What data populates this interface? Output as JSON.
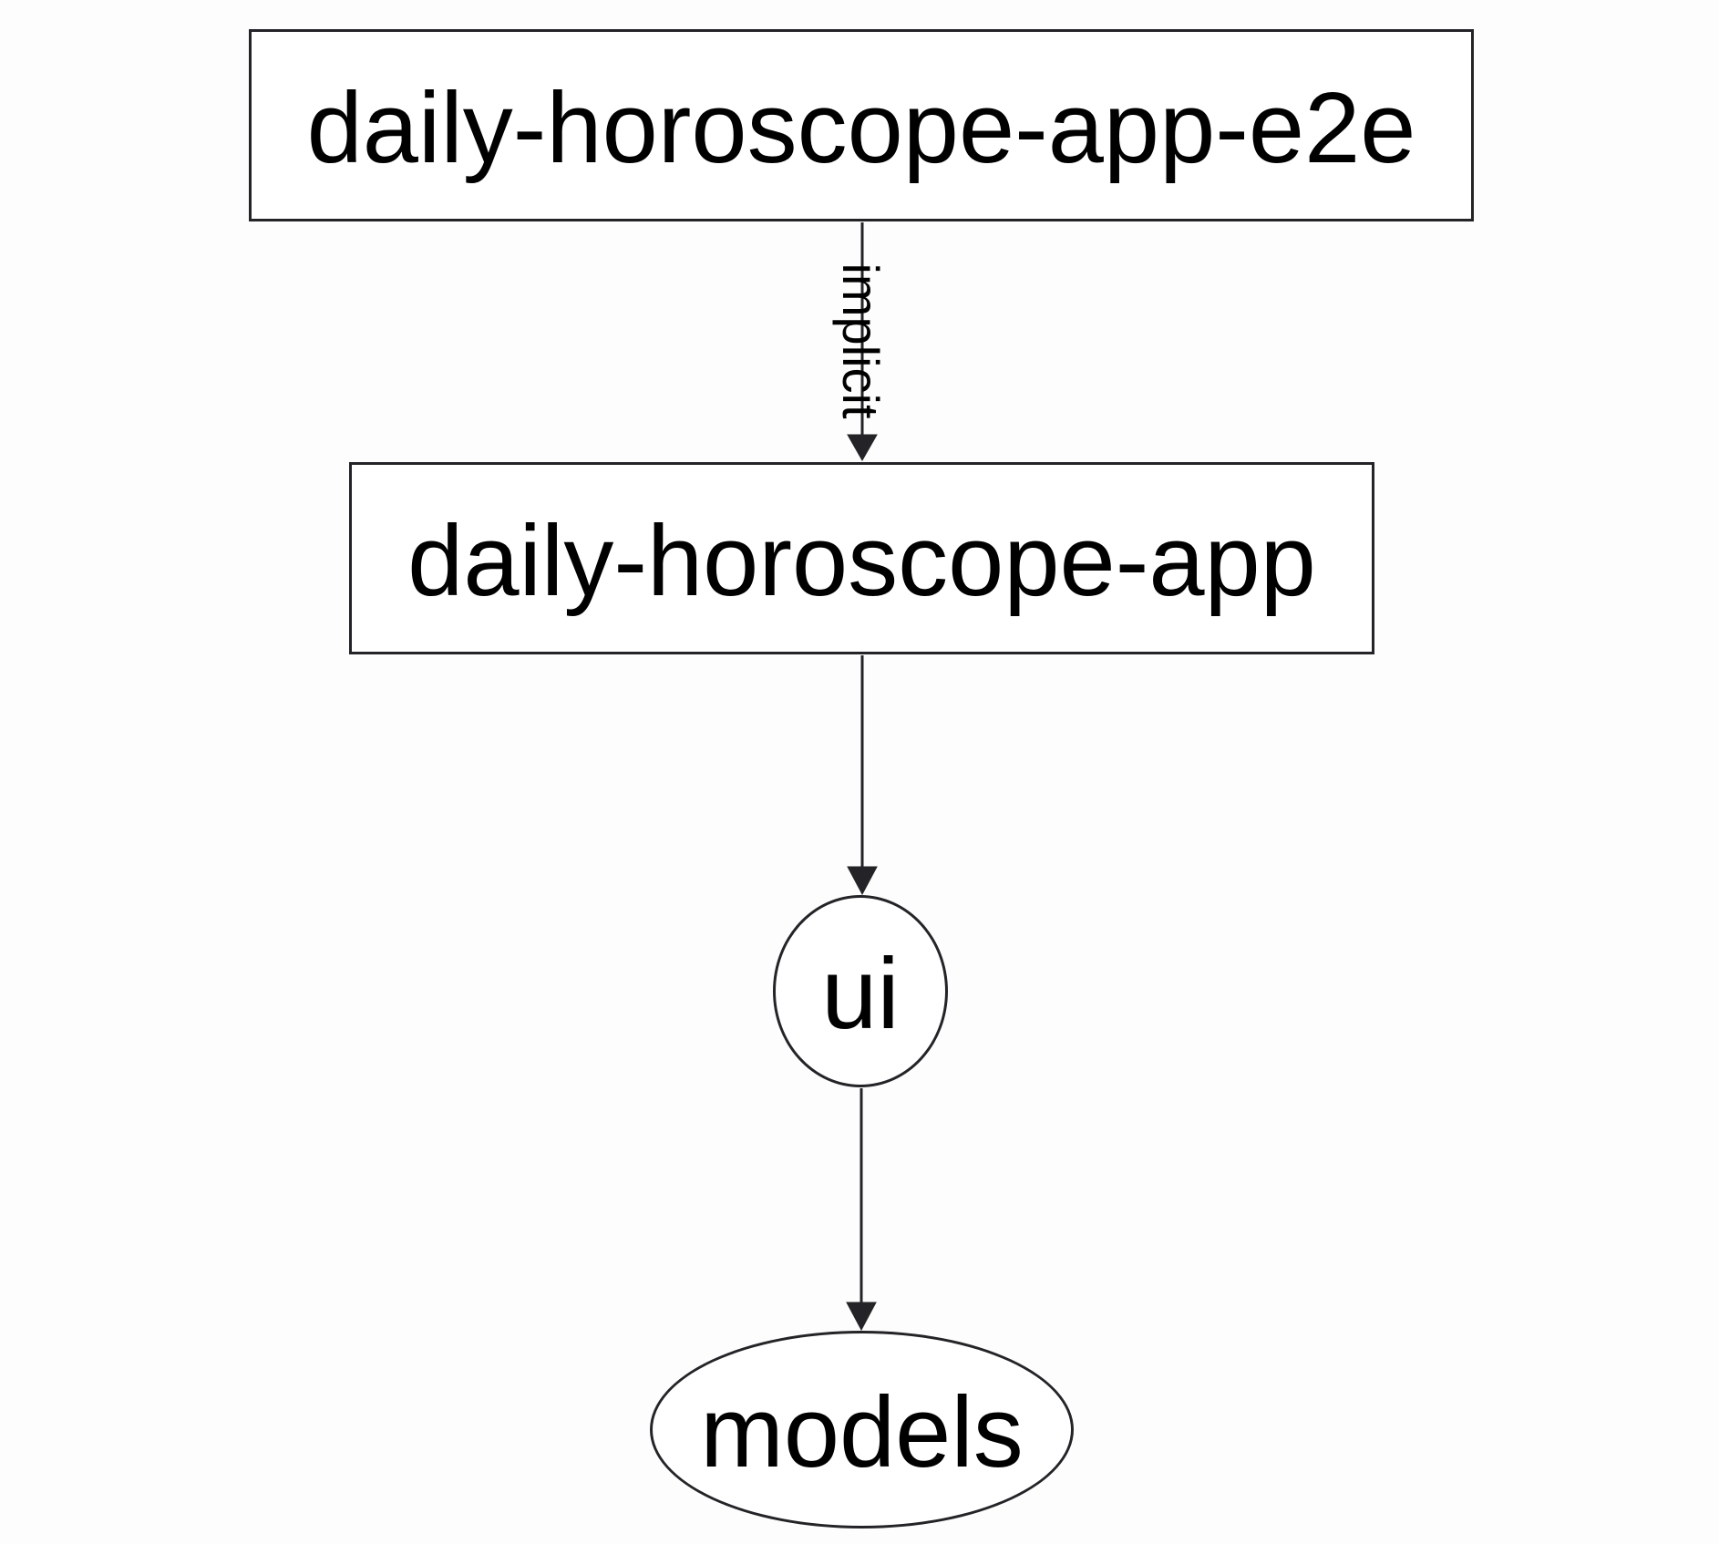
{
  "diagram": {
    "nodes": {
      "e2e": {
        "label": "daily-horoscope-app-e2e",
        "shape": "rectangle"
      },
      "app": {
        "label": "daily-horoscope-app",
        "shape": "rectangle"
      },
      "ui": {
        "label": "ui",
        "shape": "ellipse"
      },
      "models": {
        "label": "models",
        "shape": "ellipse"
      }
    },
    "edges": [
      {
        "from": "daily-horoscope-app-e2e",
        "to": "daily-horoscope-app",
        "label": "implicit"
      },
      {
        "from": "daily-horoscope-app",
        "to": "ui",
        "label": ""
      },
      {
        "from": "ui",
        "to": "models",
        "label": ""
      }
    ],
    "colors": {
      "background": "#fdfdfd",
      "stroke": "#242428",
      "text": "#000000"
    }
  }
}
